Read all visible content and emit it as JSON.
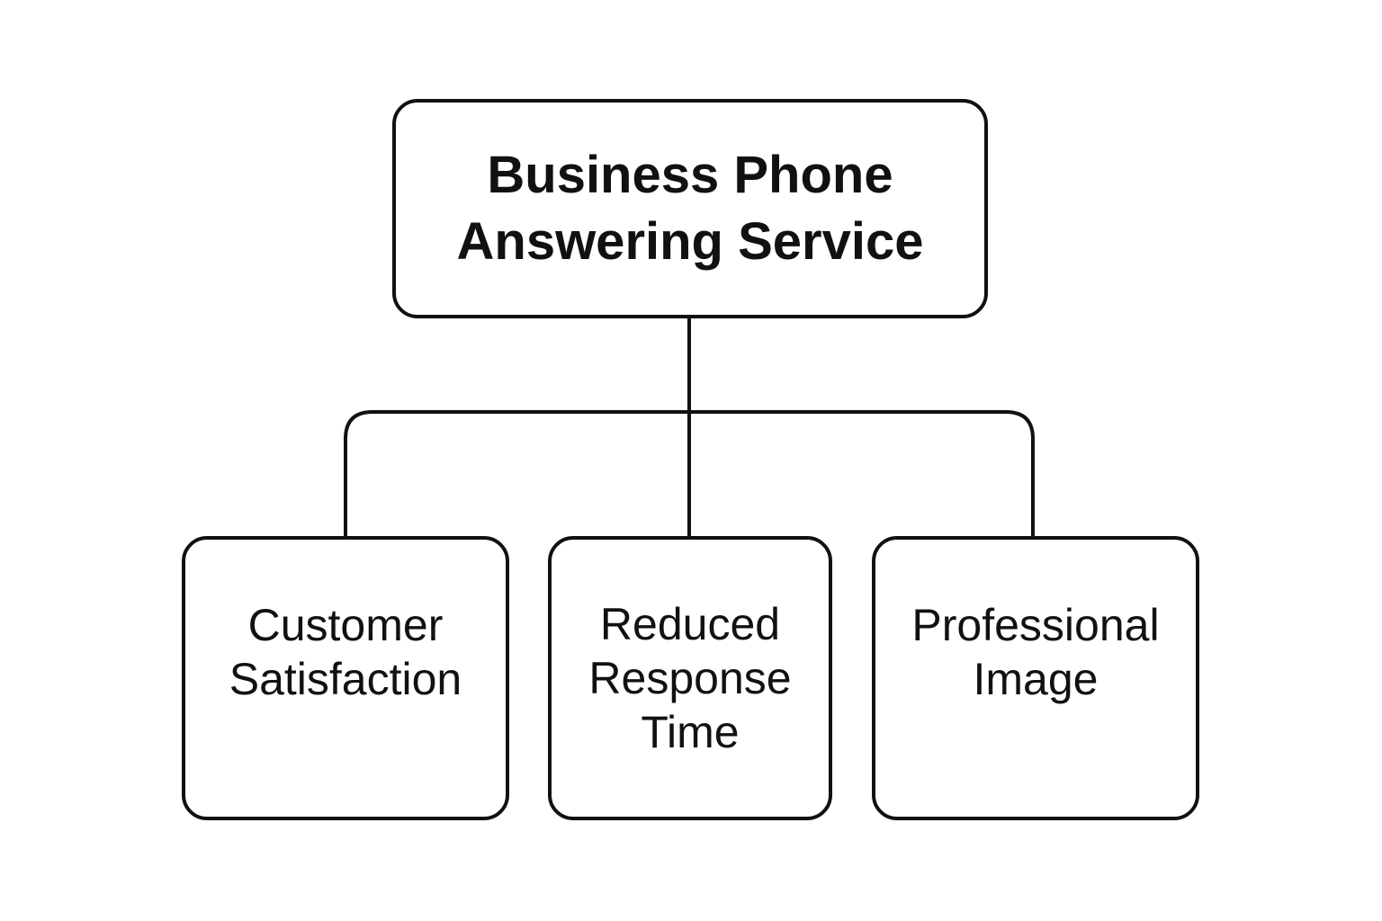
{
  "diagram": {
    "root": {
      "label": "Business Phone\nAnswering Service"
    },
    "children": [
      {
        "label": "Customer\nSatisfaction"
      },
      {
        "label": "Reduced\nResponse\nTime"
      },
      {
        "label": "Professional\nImage"
      }
    ],
    "colors": {
      "stroke": "#111111",
      "background": "#ffffff",
      "text": "#111111"
    }
  }
}
